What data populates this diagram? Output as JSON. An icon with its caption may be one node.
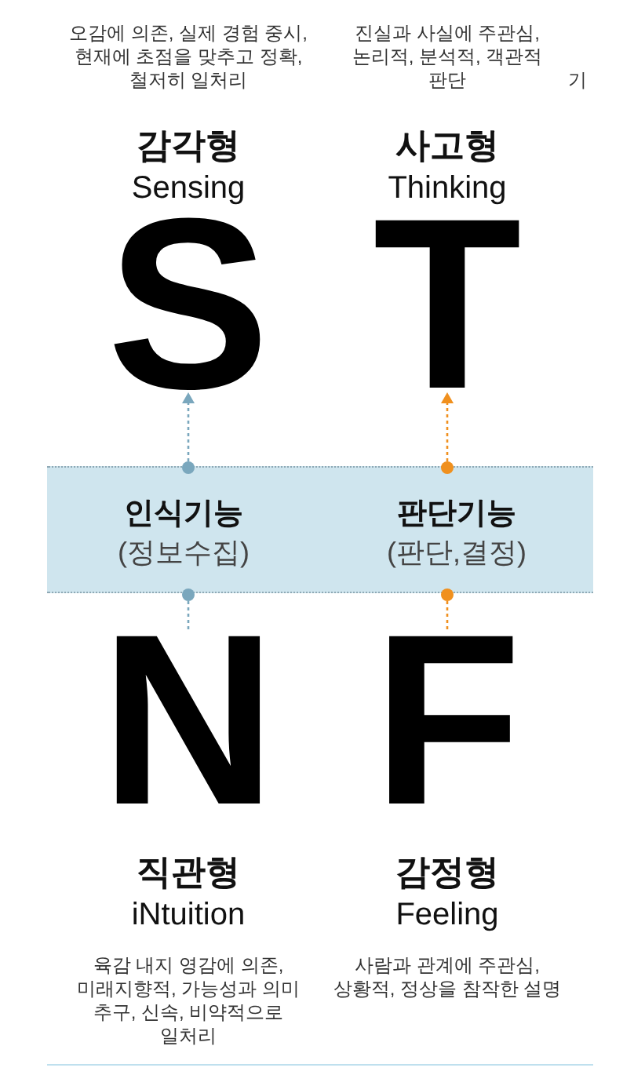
{
  "diagram": {
    "nodes": [
      {
        "text": [
          "S"
        ],
        "beside": [
          "오감에 의존, 실제 경험 중시, 현재에 초점을 맞추고 정확, 철저히 일처리",
          "감각형",
          "Sensing"
        ]
      },
      {
        "text": [
          "T"
        ],
        "beside": [
          "진실과 사실에 주관심, 논리적, 분석적, 객관적 판단",
          "사고형",
          "Thinking"
        ]
      },
      {
        "text": [],
        "shape": "band"
      },
      {
        "text": [
          "인식기능",
          "(정보수집)"
        ],
        "in": 2
      },
      {
        "text": [
          "판단기능",
          "(판단,결정)"
        ],
        "in": 2
      },
      {
        "text": [
          "N"
        ],
        "beside": [
          "직관형",
          "iNtuition",
          "육감 내지 영감에 의존, 미래지향적, 가능성과 의미 추구, 신속, 비약적으로 일처리"
        ]
      },
      {
        "text": [
          "F"
        ],
        "beside": [
          "감정형",
          "Feeling",
          "사람과 관계에 주관심, 상황적, 정상을 참작한 설명"
        ]
      }
    ],
    "edges": [
      {
        "from": 3,
        "to": 0,
        "arrow": "to",
        "style": "dashed",
        "color": "#7aa7bd"
      },
      {
        "from": 4,
        "to": 1,
        "arrow": "to",
        "style": "dashed",
        "color": "#f0901e"
      },
      {
        "from": 3,
        "to": 5,
        "arrow": "other",
        "style": "dashed",
        "color": "#7aa7bd"
      },
      {
        "from": 4,
        "to": 6,
        "arrow": "other",
        "style": "dashed",
        "color": "#f0901e"
      }
    ],
    "labels": [
      "기"
    ]
  }
}
